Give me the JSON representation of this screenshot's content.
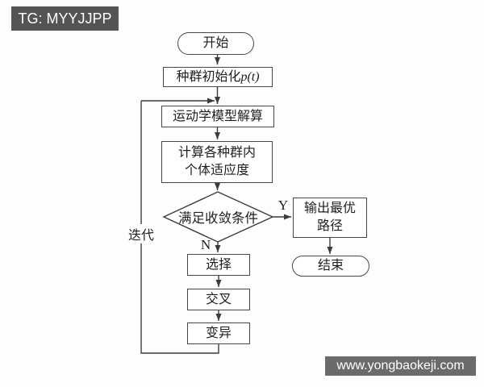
{
  "watermarks": {
    "top_left": "TG: MYYJJPP",
    "bottom_right": "www.yongbaokeji.com"
  },
  "flowchart": {
    "title_hint": "genetic-algorithm path planning flowchart",
    "nodes": {
      "start": "开始",
      "init_prefix": "种群初始化",
      "init_math": "p(t)",
      "kinematics": "运动学模型解算",
      "fitness_line1": "计算各种群内",
      "fitness_line2": "个体适应度",
      "decision": "满足收敛条件",
      "select": "选择",
      "crossover": "交叉",
      "mutation": "变异",
      "output_line1": "输出最优",
      "output_line2": "路径",
      "end": "结束"
    },
    "labels": {
      "yes": "Y",
      "no": "N",
      "iteration": "迭代"
    },
    "colors": {
      "line": "#3c3c3c",
      "node_border": "#474747",
      "node_fill": "#ffffff",
      "text": "#1f1f1f",
      "badge_top_bg": "#545454",
      "badge_bottom_bg": "#6b6b6b",
      "badge_text": "#ffffff",
      "background": "#fdfdfd"
    }
  }
}
